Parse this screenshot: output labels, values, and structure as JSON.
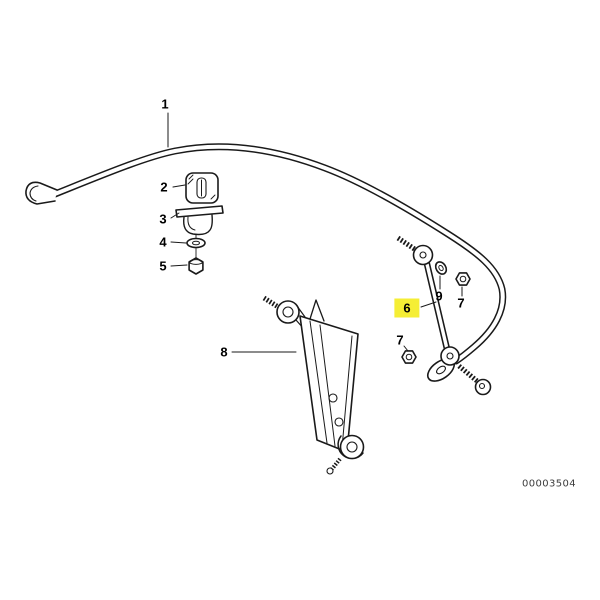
{
  "diagram": {
    "doc_number": "00003504",
    "highlight_color": "#f5ee35",
    "callouts": [
      {
        "id": "1",
        "label": "1",
        "highlighted": false
      },
      {
        "id": "2",
        "label": "2",
        "highlighted": false
      },
      {
        "id": "3",
        "label": "3",
        "highlighted": false
      },
      {
        "id": "4",
        "label": "4",
        "highlighted": false
      },
      {
        "id": "5",
        "label": "5",
        "highlighted": false
      },
      {
        "id": "6",
        "label": "6",
        "highlighted": true
      },
      {
        "id": "7a",
        "label": "7",
        "highlighted": false
      },
      {
        "id": "7b",
        "label": "7",
        "highlighted": false
      },
      {
        "id": "8",
        "label": "8",
        "highlighted": false
      },
      {
        "id": "9",
        "label": "9",
        "highlighted": false
      }
    ]
  }
}
